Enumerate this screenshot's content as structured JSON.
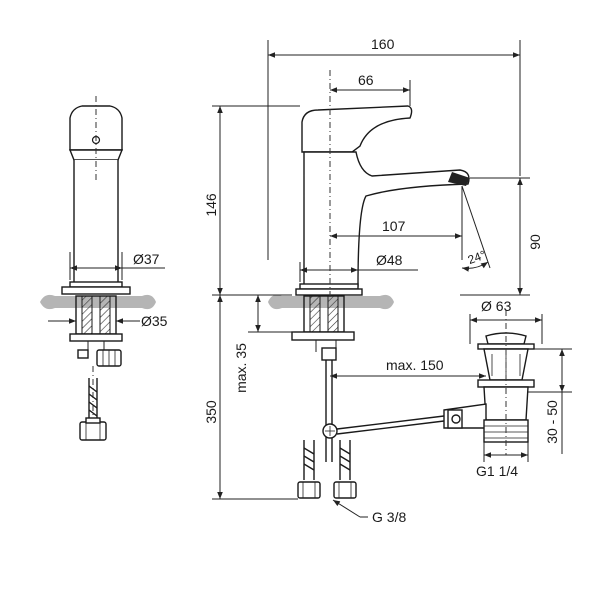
{
  "dimensions": {
    "width_160": "160",
    "reach_66": "66",
    "height_146": "146",
    "spout_107": "107",
    "spout_height_90": "90",
    "angle_24": "24°",
    "base_48": "Ø48",
    "base_37": "Ø37",
    "thread_35": "Ø35",
    "max_35": "max. 35",
    "max_150": "max. 150",
    "depth_350": "350",
    "waste_63": "Ø 63",
    "waste_30_50": "30 - 50",
    "waste_thread": "G1 1/4",
    "hose_thread": "G 3/8"
  },
  "colors": {
    "line": "#1a1a1a",
    "countertop": "#b5b5b5",
    "background": "#ffffff"
  }
}
